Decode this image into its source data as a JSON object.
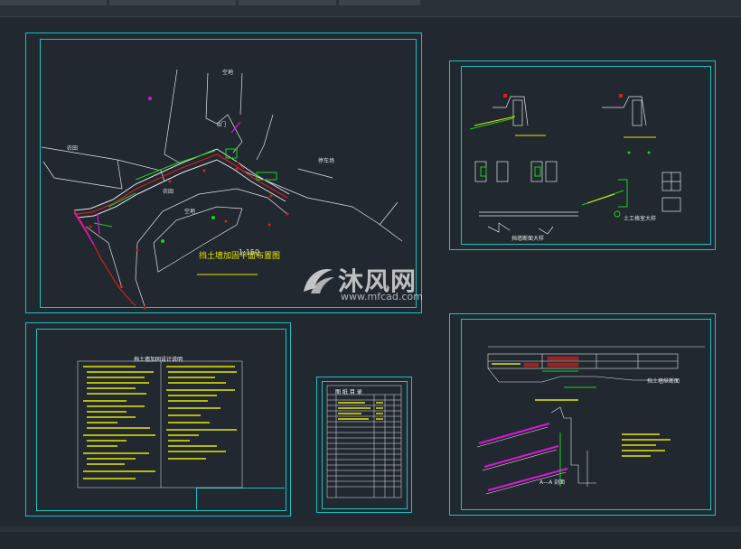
{
  "app": {
    "name": "CAD drawing viewer",
    "background": "#212830",
    "accent": "#19c3c3"
  },
  "sheets": {
    "plan": {
      "title": "挡土墙加固平面布置图",
      "scale": "1:150",
      "labels": [
        "农田",
        "空地",
        "农田",
        "停车场",
        "B门",
        "空地"
      ]
    },
    "details": {
      "labels": [
        "土工格室大样",
        "挡墙断面大样"
      ]
    },
    "notes": {
      "title": "挡土墙加固设计说明"
    },
    "index": {
      "title": "图 纸 目 录"
    },
    "section": {
      "labels": [
        "挡土墙纵断面",
        "A—A 剖面"
      ]
    }
  },
  "watermark": {
    "brand": "沐风网",
    "url": "www.mfcad.com"
  },
  "icons": [
    "mfcad-logo-icon"
  ]
}
